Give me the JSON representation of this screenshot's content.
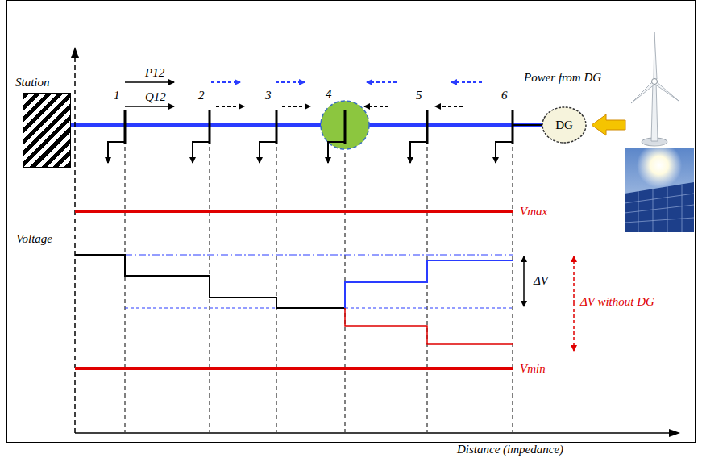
{
  "diagram": {
    "nodes": [
      {
        "text": [
          "Station"
        ]
      },
      {
        "text": [
          "DG"
        ]
      }
    ],
    "edges": [
      {
        "from": 0,
        "to": 1,
        "arrow": "none"
      }
    ],
    "labels": [
      "P12",
      "Q12",
      "Power from DG",
      "1",
      "2",
      "3",
      "4",
      "5",
      "6",
      "Voltage",
      "Vmax",
      "Vmin",
      "ΔV",
      "ΔV without DG",
      "Distance (impedance)"
    ]
  }
}
